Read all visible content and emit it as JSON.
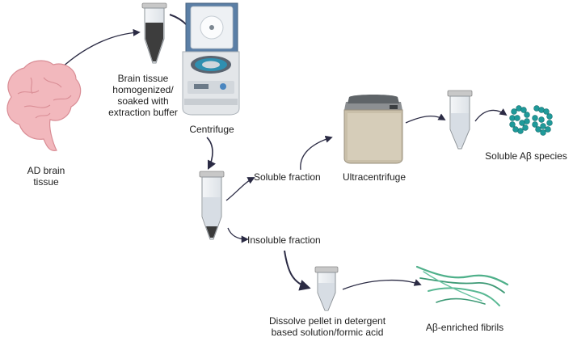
{
  "labels": {
    "brain": "AD brain\ntissue",
    "homogenize": "Brain tissue\nhomogenized/\nsoaked with\nextraction buffer",
    "centrifuge": "Centrifuge",
    "soluble_fraction": "Soluble fraction",
    "insoluble_fraction": "Insoluble fraction",
    "ultracentrifuge": "Ultracentrifuge",
    "soluble_species": "Soluble Aβ species",
    "dissolve": "Dissolve pellet in detergent\nbased solution/formic acid",
    "fibrils": "Aβ-enriched fibrils"
  },
  "colors": {
    "arrow": "#2b2b44",
    "brain": "#f2b8bd",
    "brain_stroke": "#d98d95",
    "centrifuge_lid": "#5b7fa6",
    "tube_cap": "#c8c8c8",
    "liquid": "#d7dde4",
    "pellet": "#3a3a3a",
    "species": "#1f9a9a",
    "fibrils": "#4fb08a"
  },
  "icons": [
    "brain-icon",
    "tube-icon",
    "centrifuge-icon",
    "ultracentrifuge-icon",
    "soluble-species-icon",
    "fibrils-icon"
  ]
}
